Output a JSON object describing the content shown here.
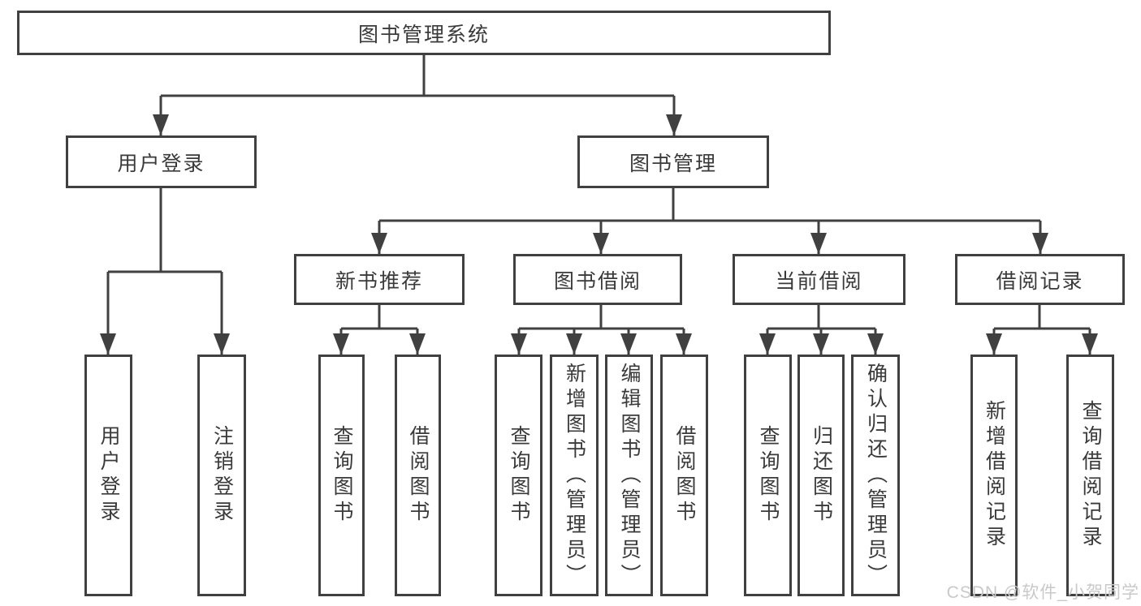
{
  "diagram_title": "图书管理系统",
  "nodes": {
    "root": "图书管理系统",
    "user_login": "用户登录",
    "book_management": "图书管理",
    "new_book_recommend": "新书推荐",
    "book_borrow": "图书借阅",
    "current_borrow": "当前借阅",
    "borrow_record": "借阅记录",
    "leaf_user_login": "用户登录",
    "leaf_logout": "注销登录",
    "leaf_query_book_a": "查询图书",
    "leaf_borrow_book_a": "借阅图书",
    "leaf_query_book_b": "查询图书",
    "leaf_add_book": "新增图书（管理员）",
    "leaf_edit_book": "编辑图书（管理员）",
    "leaf_borrow_book_b": "借阅图书",
    "leaf_query_book_c": "查询图书",
    "leaf_return_book": "归还图书",
    "leaf_confirm_return": "确认归还（管理员）",
    "leaf_add_record": "新增借阅记录",
    "leaf_query_record": "查询借阅记录"
  },
  "watermark": "CSDN @软件_小贺同学",
  "colors": {
    "line": "#404040",
    "box_border": "#404040",
    "text": "#3a3a3a",
    "watermark": "#c9c9c9",
    "background": "#ffffff"
  }
}
